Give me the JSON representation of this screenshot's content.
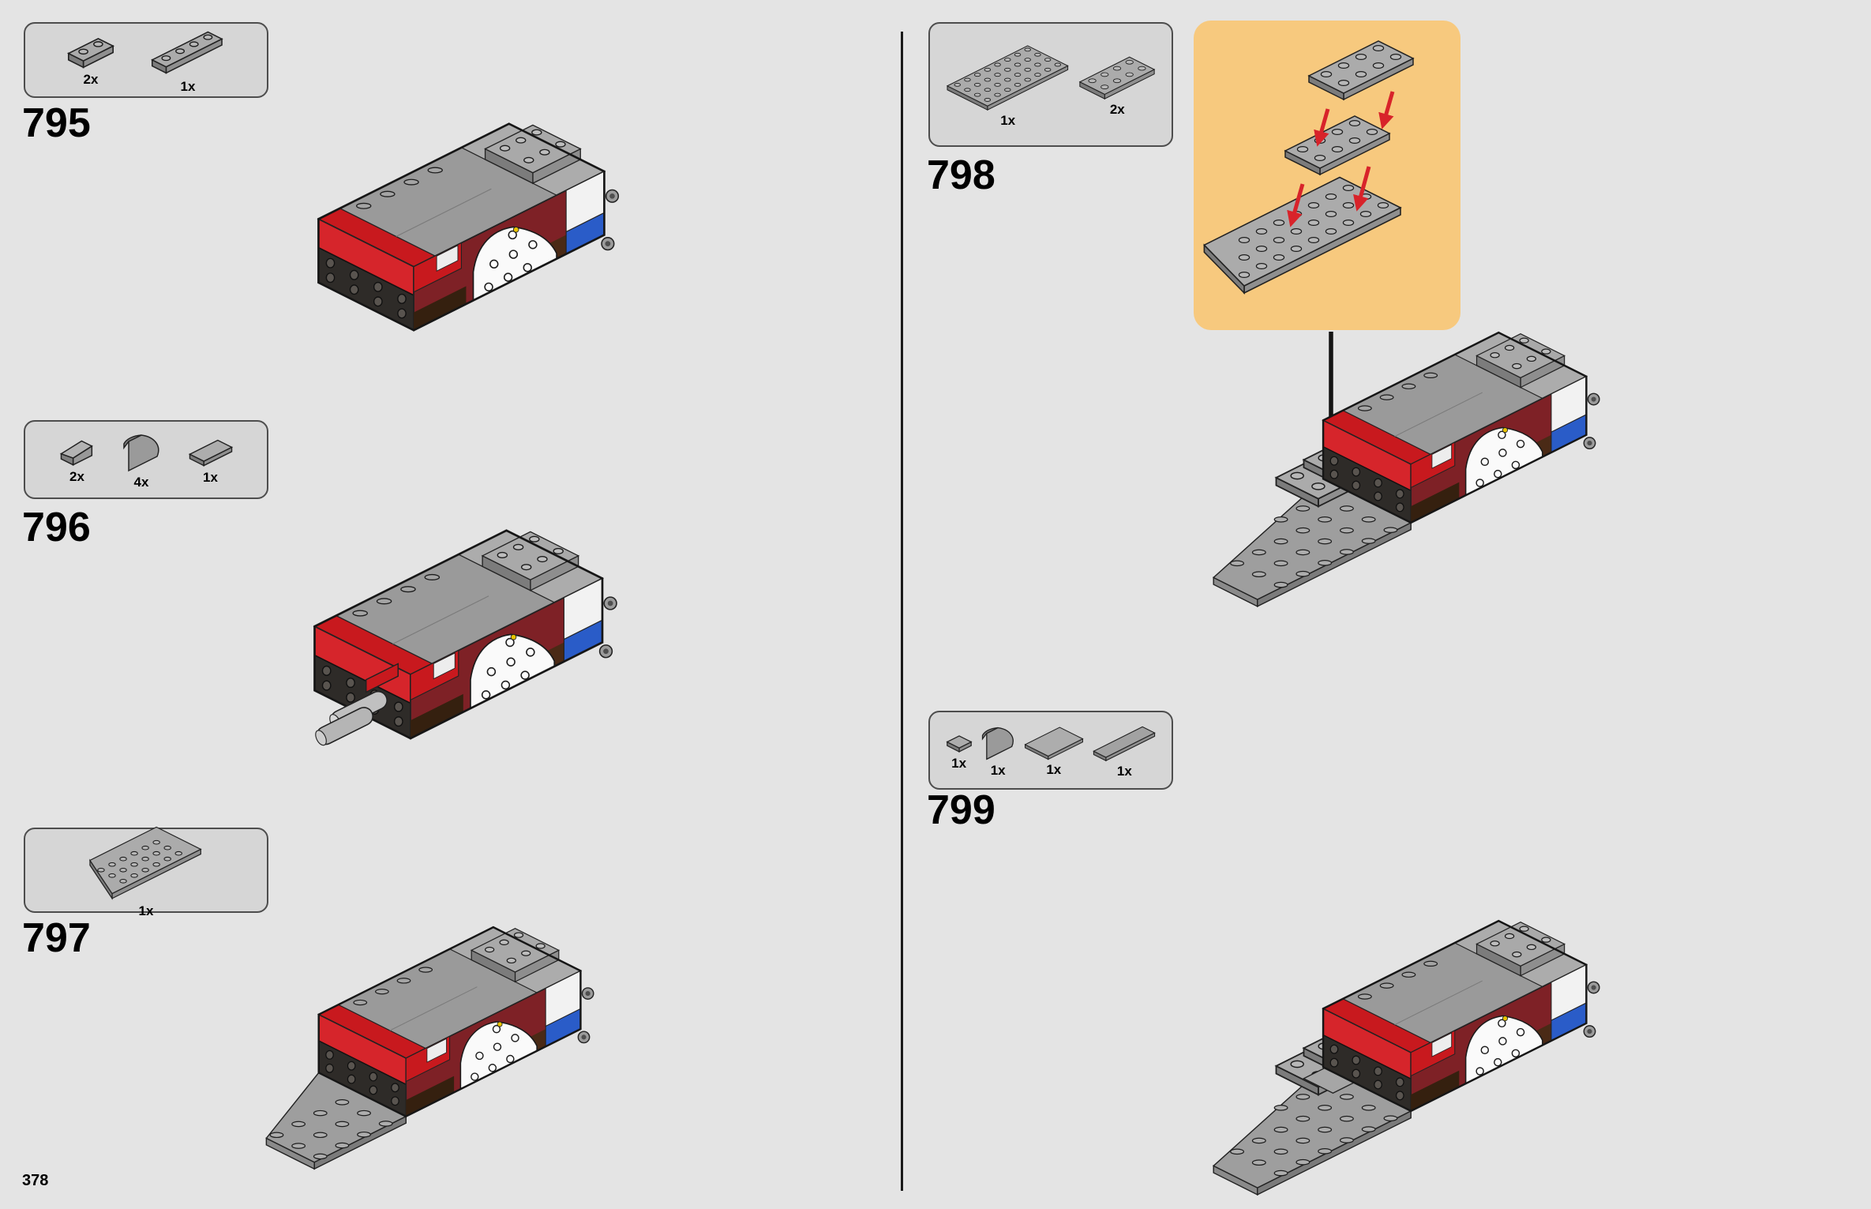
{
  "page": {
    "number": "378"
  },
  "colors": {
    "page_bg": "#E4E4E4",
    "parts_box_bg": "#D6D6D6",
    "parts_box_border": "#4D4D4D",
    "callout_bg": "#F7C97E",
    "arrow_red": "#D8232A",
    "arrow_black": "#141414",
    "ink": "#000000"
  },
  "steps": [
    {
      "number": "795",
      "parts": [
        {
          "count": "2x",
          "part": "plate-1x2"
        },
        {
          "count": "1x",
          "part": "plate-1x4"
        }
      ]
    },
    {
      "number": "796",
      "parts": [
        {
          "count": "2x",
          "part": "slope-1x1"
        },
        {
          "count": "4x",
          "part": "curved-slope-2x2"
        },
        {
          "count": "1x",
          "part": "tile-1x2"
        }
      ]
    },
    {
      "number": "797",
      "parts": [
        {
          "count": "1x",
          "part": "wedge-plate-4x8"
        }
      ]
    },
    {
      "number": "798",
      "parts": [
        {
          "count": "1x",
          "part": "plate-4x8"
        },
        {
          "count": "2x",
          "part": "plate-2x4"
        }
      ]
    },
    {
      "number": "799",
      "parts": [
        {
          "count": "1x",
          "part": "tile-1x1"
        },
        {
          "count": "1x",
          "part": "curved-slope-1x2"
        },
        {
          "count": "1x",
          "part": "tile-2x3"
        },
        {
          "count": "1x",
          "part": "tile-2x4"
        }
      ]
    }
  ]
}
